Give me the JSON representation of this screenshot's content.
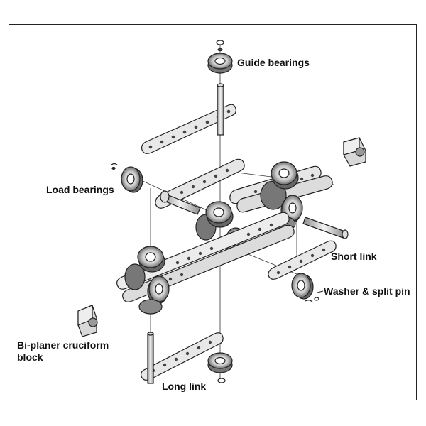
{
  "labels": {
    "guide_bearings": "Guide bearings",
    "load_bearings": "Load bearings",
    "short_link": "Short link",
    "washer_split_pin": "Washer & split pin",
    "biplaner_block": "Bi-planer cruciform block",
    "long_link": "Long link"
  },
  "colors": {
    "line": "#222222",
    "metal": "#e4e4e4",
    "shade": "#9a9a9a",
    "dark": "#3a3a3a"
  }
}
